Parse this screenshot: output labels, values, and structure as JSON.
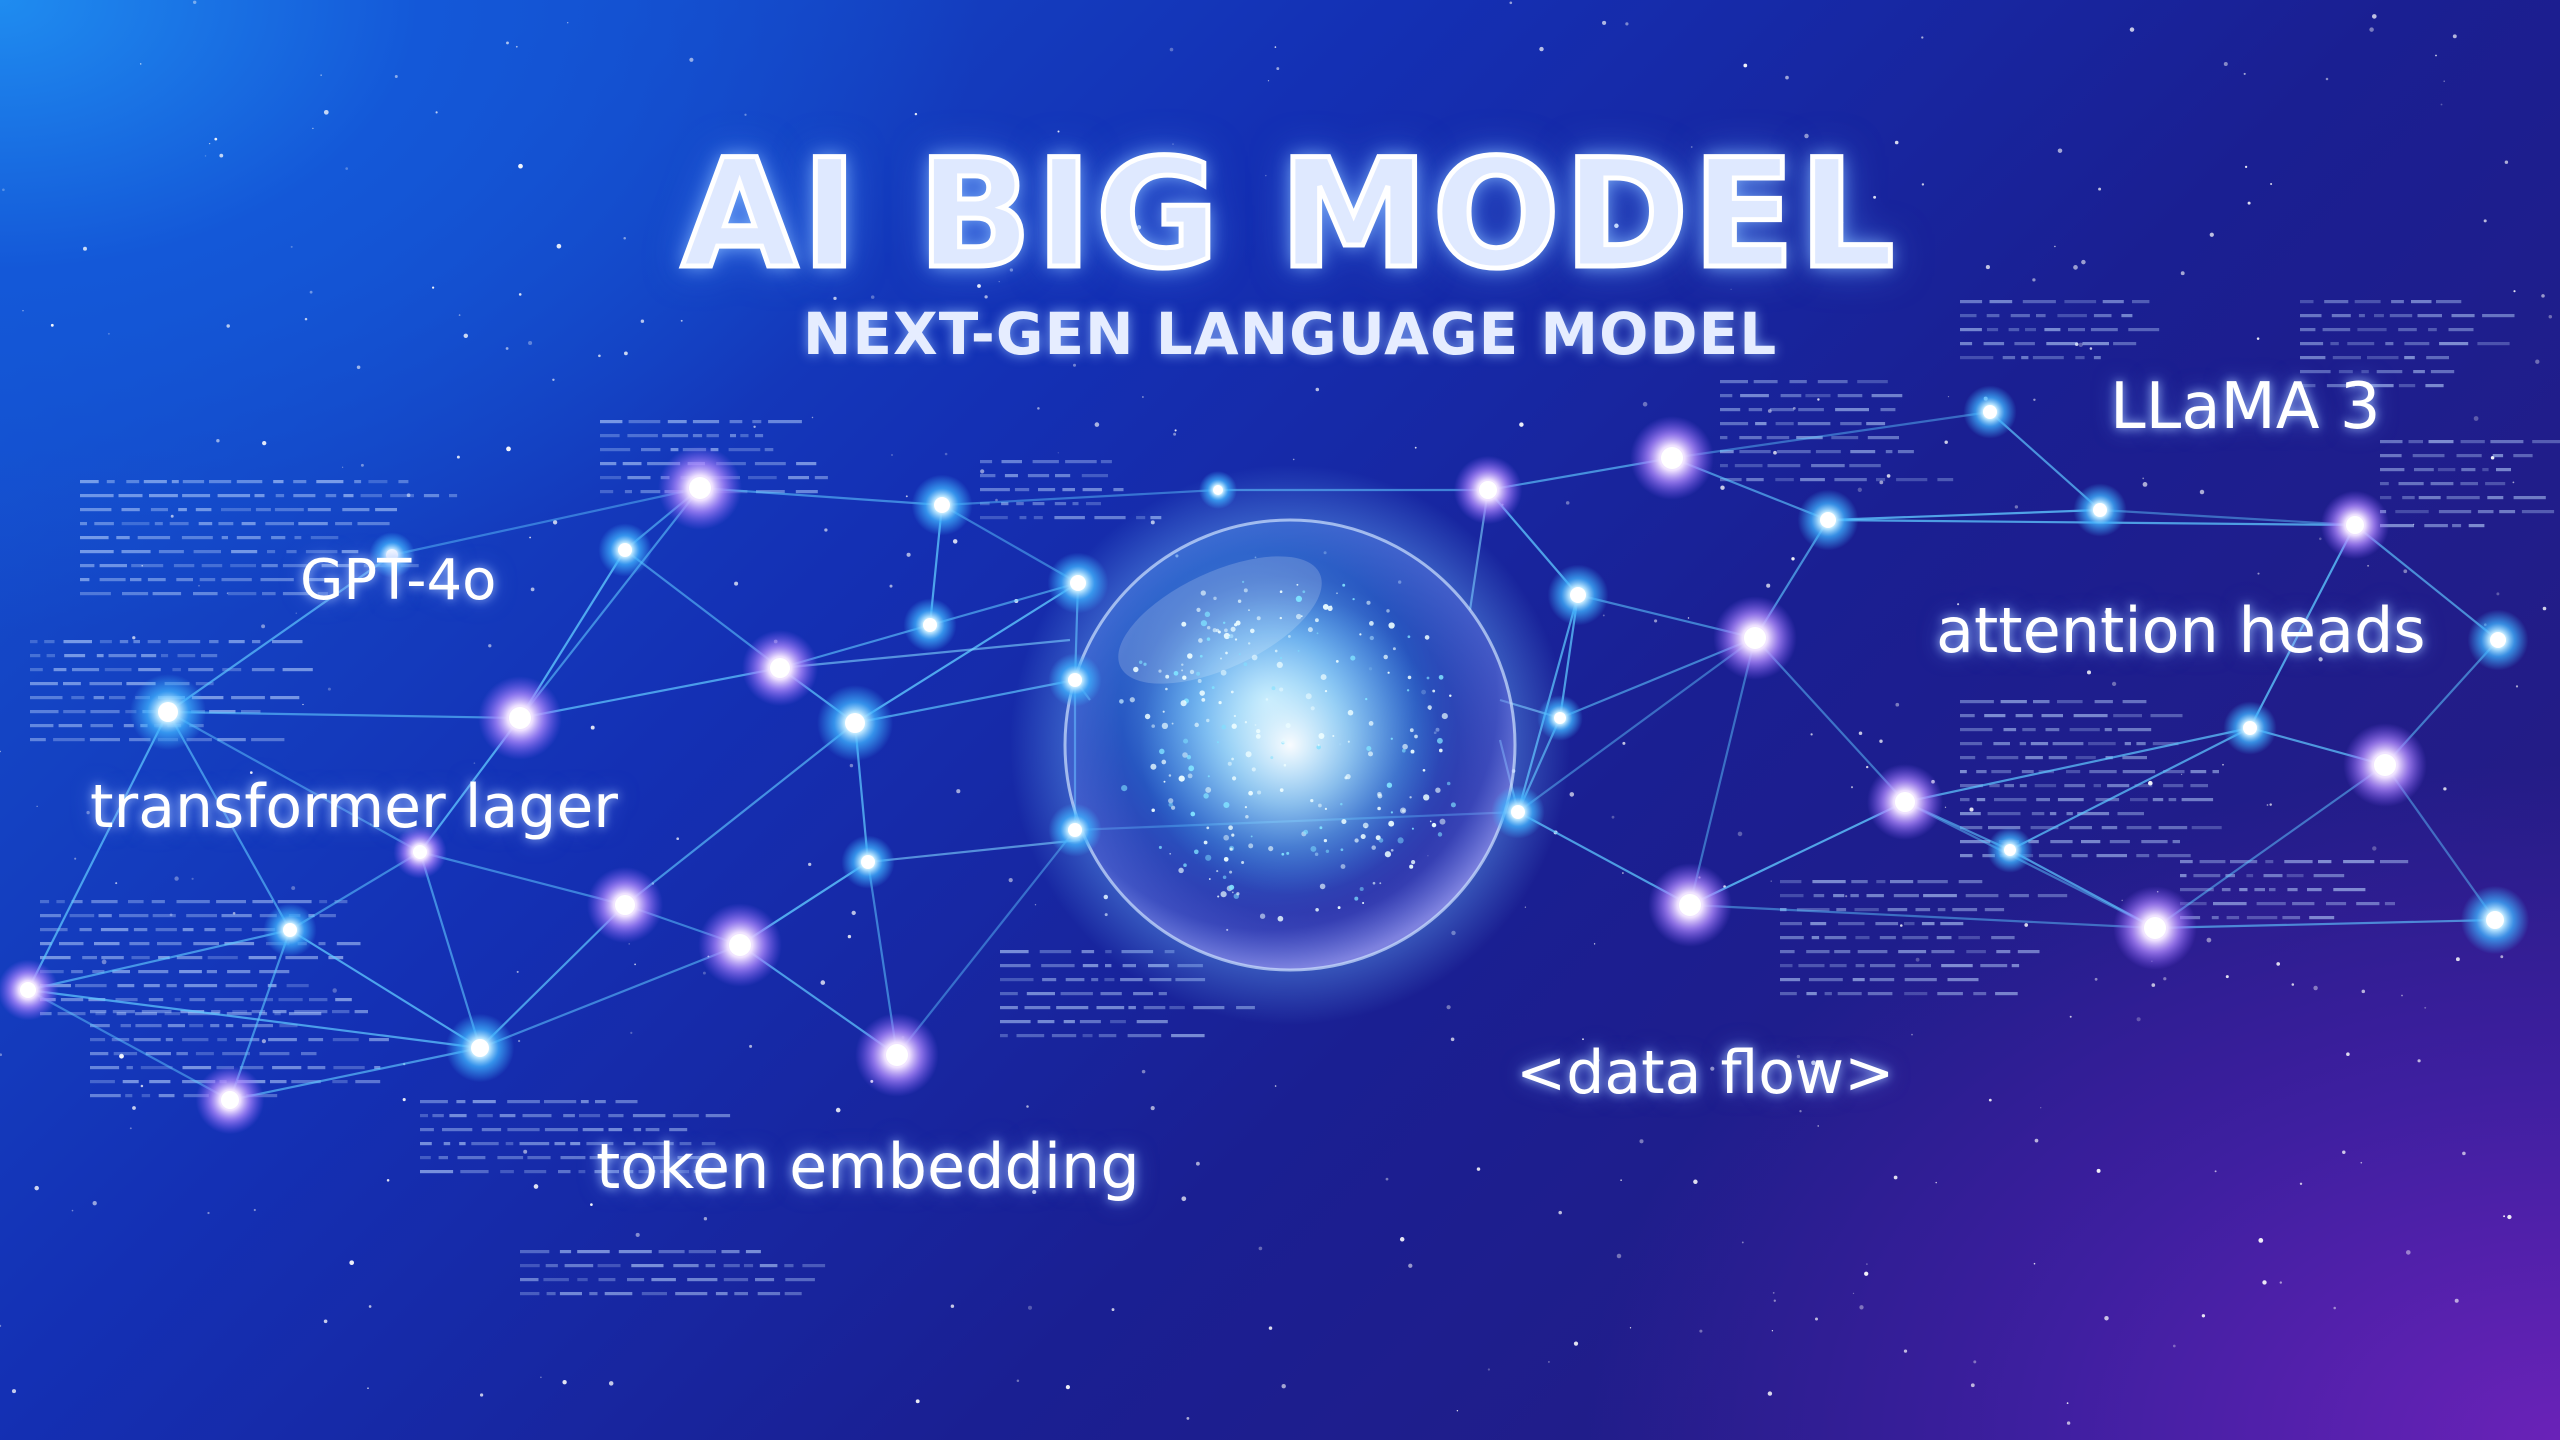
{
  "title": "AI BIG MODEL",
  "subtitle": "NEXT-GEN LANGUAGE MODEL",
  "labels": {
    "gpt": "GPT-4o",
    "transformer": "transformer lager",
    "token": "token embedding",
    "dataflow": "<data flow>",
    "attention": "attention heads",
    "llama": "LLaMA 3"
  },
  "colors": {
    "background_top_left": "#1f8cf0",
    "background_mid": "#1430b4",
    "background_bottom_right": "#6a22b8",
    "network_line": "#5fc8ff",
    "node_blue": "#3fb2ff",
    "node_violet": "#c7a2ff",
    "text": "#ffffff"
  }
}
